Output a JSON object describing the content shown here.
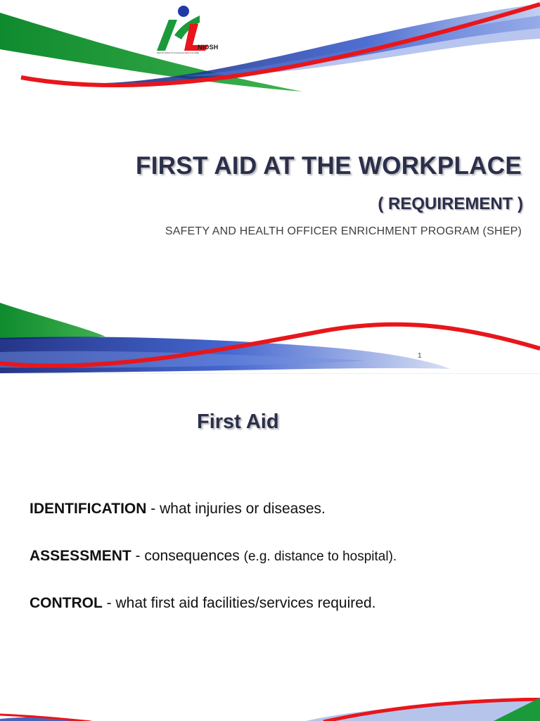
{
  "slide1": {
    "logo": {
      "name": "NIOSH",
      "subtitle": "National Institute Of Occupational Safety And Health"
    },
    "title": "FIRST AID AT THE WORKPLACE",
    "subtitle": "( REQUIREMENT )",
    "program": "SAFETY AND HEALTH OFFICER ENRICHMENT PROGRAM (SHEP)",
    "slide_number": "1"
  },
  "slide2": {
    "title": "First Aid",
    "items": [
      {
        "term": "IDENTIFICATION",
        "text": " - what injuries or diseases.",
        "note": ""
      },
      {
        "term": "ASSESSMENT",
        "text": " - consequences ",
        "note": "(e.g. distance to hospital)."
      },
      {
        "term": "CONTROL",
        "text": " - what first aid facilities/services required.",
        "note": ""
      }
    ]
  },
  "colors": {
    "title": "#2b2f4a",
    "swoosh_red": "#e8161b",
    "swoosh_green": "#1a9a3a",
    "swoosh_blue": "#1f3aa8"
  },
  "icons": [
    "niosh-logo",
    "decorative-swoosh"
  ]
}
